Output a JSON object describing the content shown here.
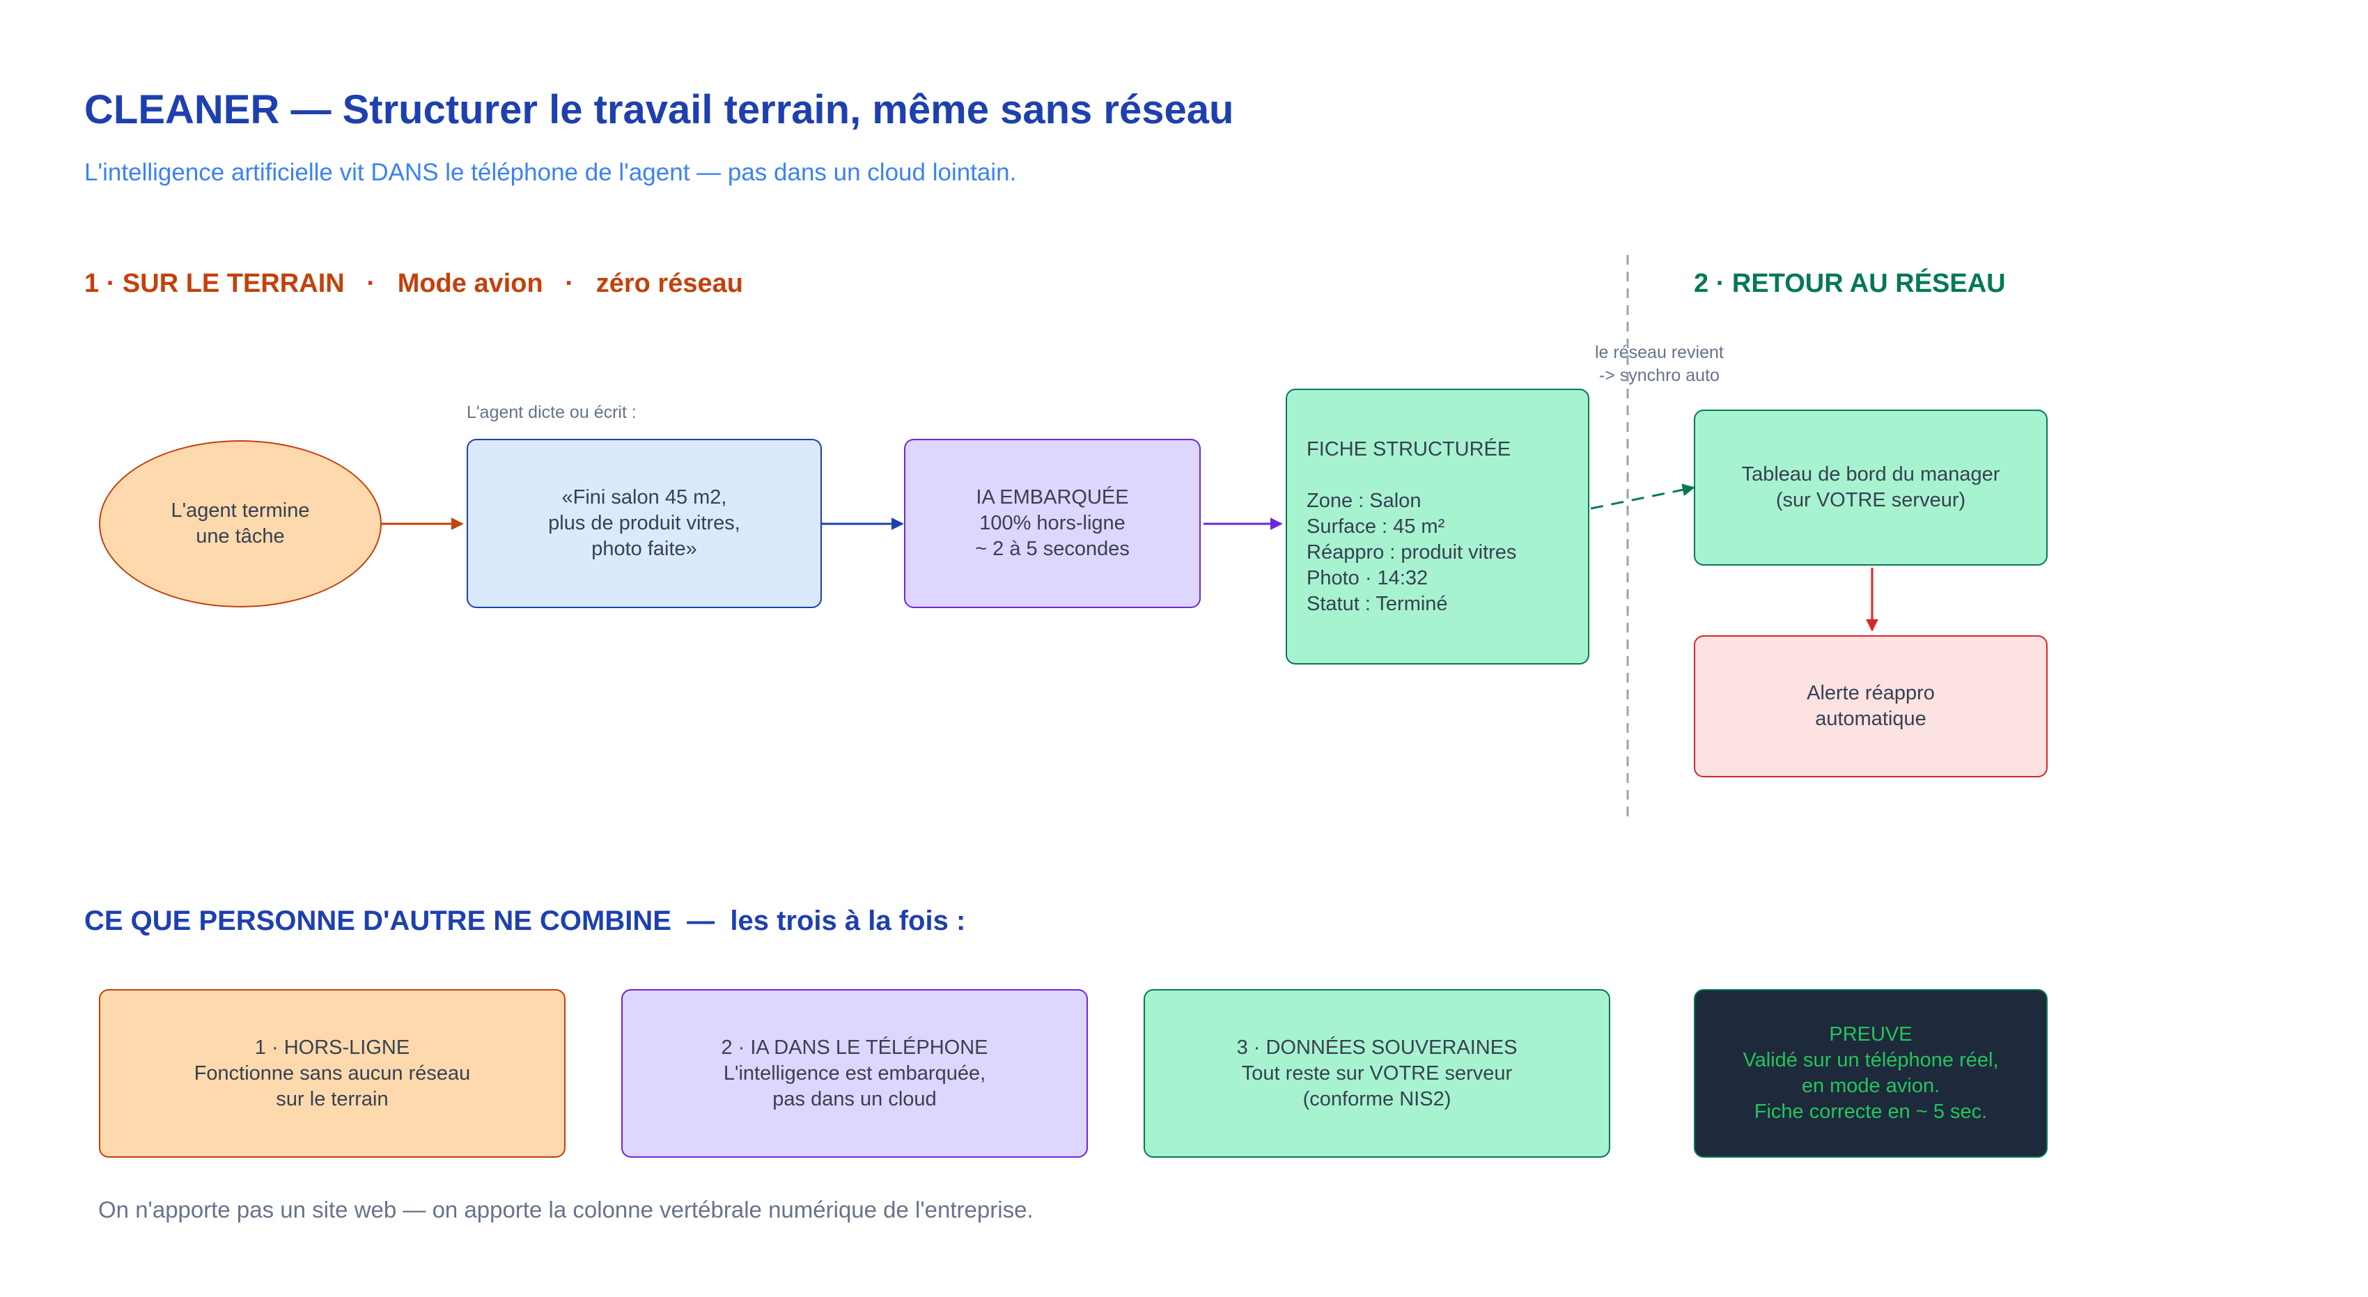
{
  "header": {
    "title": "CLEANER — Structurer le travail terrain, même sans réseau",
    "subtitle": "L'intelligence artificielle vit DANS le téléphone de l'agent — pas dans un cloud lointain."
  },
  "sections": {
    "terrain": "1 · SUR LE TERRAIN   ·   Mode avion   ·   zéro réseau",
    "retour": "2 · RETOUR AU RÉSEAU",
    "combine": "CE QUE PERSONNE D'AUTRE NE COMBINE  —  les trois à la fois :"
  },
  "flow": {
    "agent_label": "L'agent dicte ou écrit :",
    "sync_note": "le réseau revient\n-> synchro auto",
    "nodes": {
      "agent": "L'agent termine\nune tâche",
      "dictation": "«Fini salon 45 m2,\nplus de produit vitres,\nphoto faite»",
      "ia": "IA EMBARQUÉE\n100% hors-ligne\n~ 2 à 5 secondes",
      "fiche": "FICHE STRUCTURÉE\n\nZone : Salon\nSurface : 45 m²\nRéappro : produit vitres\nPhoto · 14:32\nStatut : Terminé",
      "dashboard": "Tableau de bord du manager\n(sur VOTRE serveur)",
      "alert": "Alerte réappro\nautomatique"
    }
  },
  "features": [
    "1 · HORS-LIGNE\nFonctionne sans aucun réseau\nsur le terrain",
    "2 · IA DANS LE TÉLÉPHONE\nL'intelligence est embarquée,\npas dans un cloud",
    "3 · DONNÉES SOUVERAINES\nTout reste sur VOTRE serveur\n(conforme NIS2)",
    "PREUVE\nValidé sur un téléphone réel,\nen mode avion.\nFiche correcte en ~ 5 sec."
  ],
  "footer": "On n'apporte pas un site web — on apporte la colonne vertébrale numérique de l'entreprise.",
  "colors": {
    "orange_fill": "#fdd9ad",
    "orange_stroke": "#c2410c",
    "blue_fill": "#dbe9fd",
    "blue_stroke": "#1e40af",
    "purple_fill": "#ddd6fe",
    "purple_stroke": "#6d28d9",
    "green_fill": "#a7f3d0",
    "green_stroke": "#047857",
    "red_fill": "#fde2e2",
    "red_stroke": "#dc2626",
    "dark_fill": "#1e293b",
    "dark_text": "#22c55e"
  }
}
